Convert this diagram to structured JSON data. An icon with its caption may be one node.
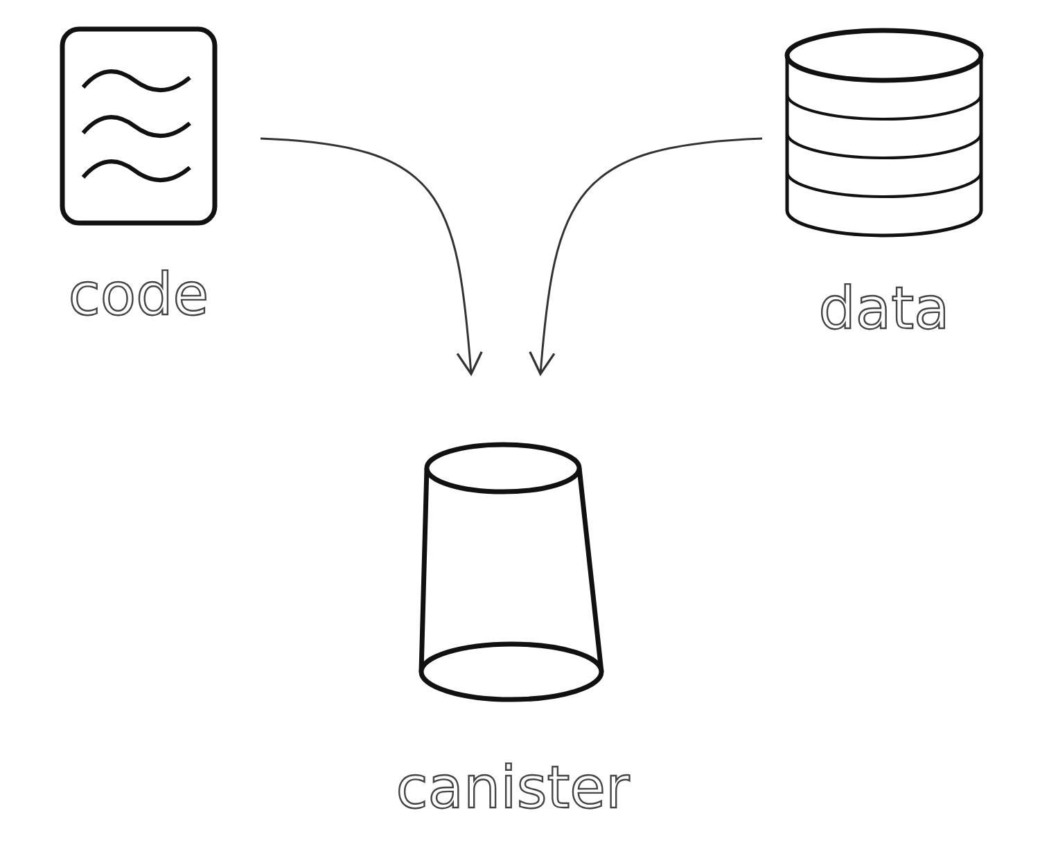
{
  "diagram": {
    "nodes": [
      {
        "text": [
          "code"
        ]
      },
      {
        "text": [
          "data"
        ]
      },
      {
        "text": [
          "canister"
        ]
      }
    ],
    "edges": [
      {
        "from": 0,
        "to": 2,
        "arrow": "to"
      },
      {
        "from": 1,
        "to": 2,
        "arrow": "to"
      }
    ]
  }
}
